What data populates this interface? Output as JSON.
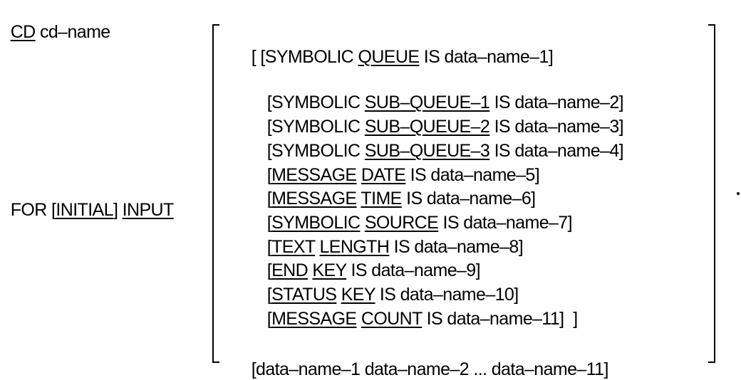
{
  "header": {
    "cd_keyword": "CD",
    "cd_name": " cd–name"
  },
  "for_clause": {
    "for": "FOR ",
    "open_bracket": "[",
    "initial": "INITIAL",
    "close_bracket": "] ",
    "input": "INPUT"
  },
  "option_a": {
    "line1": {
      "pre": "[ [SYMBOLIC ",
      "kw": "QUEUE",
      "post": " IS data–name–1]"
    },
    "line2": {
      "pre": "[SYMBOLIC ",
      "kw": "SUB–QUEUE–1",
      "post": " IS data–name–2]"
    },
    "line3": {
      "pre": "[SYMBOLIC ",
      "kw": "SUB–QUEUE–2",
      "post": " IS data–name–3]"
    },
    "line4": {
      "pre": "[SYMBOLIC ",
      "kw": "SUB–QUEUE–3",
      "post": " IS data–name–4]"
    },
    "line5": {
      "pre": "[",
      "kw1": "MESSAGE",
      "mid": " ",
      "kw2": "DATE",
      "post": " IS data–name–5]"
    },
    "line6": {
      "pre": "[",
      "kw1": "MESSAGE",
      "mid": " ",
      "kw2": "TIME",
      "post": " IS data–name–6]"
    },
    "line7": {
      "pre": "[",
      "kw1": "SYMBOLIC",
      "mid": " ",
      "kw2": "SOURCE",
      "post": " IS data–name–7]"
    },
    "line8": {
      "pre": "[",
      "kw1": "TEXT",
      "mid": " ",
      "kw2": "LENGTH",
      "post": " IS data–name–8]"
    },
    "line9": {
      "pre": "[",
      "kw1": "END",
      "mid": " ",
      "kw2": "KEY",
      "post": " IS data–name–9]"
    },
    "line10": {
      "pre": "[",
      "kw1": "STATUS",
      "mid": " ",
      "kw2": "KEY",
      "post": " IS data–name–10]"
    },
    "line11": {
      "pre": "[",
      "kw1": "MESSAGE",
      "mid": " ",
      "kw2": "COUNT",
      "post": " IS data–name–11]  ]"
    }
  },
  "option_b": {
    "line": "[data–name–1 data–name–2 ... data–name–11]"
  },
  "terminator": "."
}
